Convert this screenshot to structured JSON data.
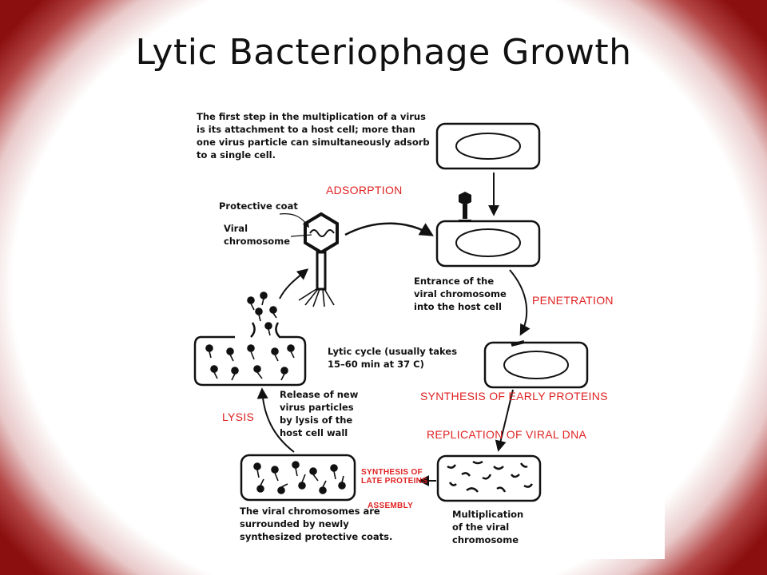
{
  "title": "Lytic Bacteriophage Growth",
  "colors": {
    "accent": "#e02222",
    "frame": "#8c0f0f",
    "ink": "#111111"
  },
  "labels": {
    "intro": "The first step in the multiplication of a virus is its attachment to a host cell; more than one virus particle can simultaneously adsorb to a single cell.",
    "adsorption": "ADSORPTION",
    "protective_coat": "Protective coat",
    "viral_chromosome": "Viral chromosome",
    "entrance": "Entrance of the viral chromosome into the host cell",
    "penetration": "PENETRATION",
    "lytic_cycle": "Lytic cycle (usually takes 15–60 min at 37 C)",
    "synthesis_early": "SYNTHESIS OF EARLY PROTEINS",
    "replication": "REPLICATION OF VIRAL DNA",
    "release": "Release of new virus particles by lysis of the host cell wall",
    "lysis": "LYSIS",
    "synthesis_late": "SYNTHESIS OF LATE PROTEINS",
    "assembly": "ASSEMBLY",
    "surrounded": "The viral chromosomes are surrounded by newly synthesized protective coats.",
    "multiplication": "Multiplication of the viral chromosome"
  }
}
